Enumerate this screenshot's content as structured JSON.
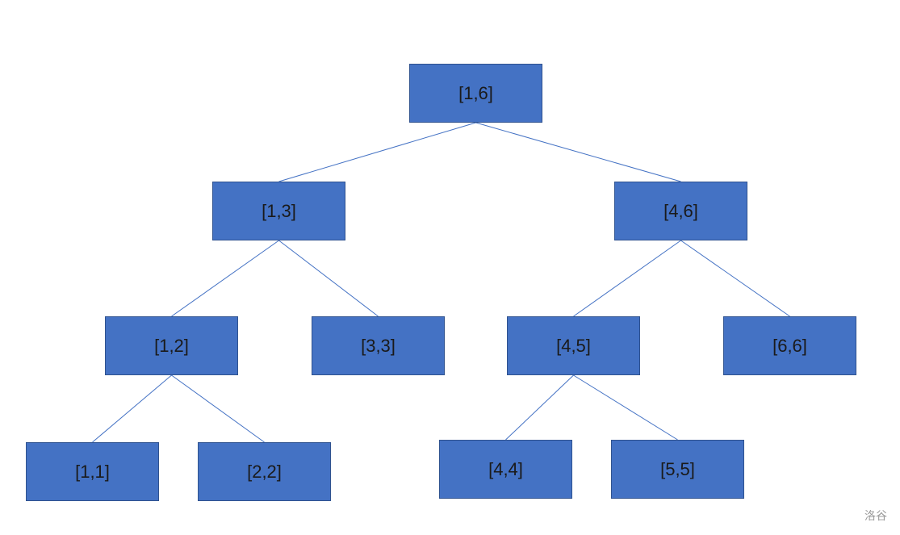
{
  "colors": {
    "node_fill": "#4472C4",
    "node_border": "#2F528F",
    "edge": "#4472C4",
    "label": "#1a1a1a",
    "watermark": "#9a9a9a"
  },
  "tree": {
    "root": {
      "label": "[1,6]"
    },
    "n13": {
      "label": "[1,3]"
    },
    "n46": {
      "label": "[4,6]"
    },
    "n12": {
      "label": "[1,2]"
    },
    "n33": {
      "label": "[3,3]"
    },
    "n45": {
      "label": "[4,5]"
    },
    "n66": {
      "label": "[6,6]"
    },
    "n11": {
      "label": "[1,1]"
    },
    "n22": {
      "label": "[2,2]"
    },
    "n44": {
      "label": "[4,4]"
    },
    "n55": {
      "label": "[5,5]"
    }
  },
  "edges": [
    {
      "from": "root",
      "to": "n13"
    },
    {
      "from": "root",
      "to": "n46"
    },
    {
      "from": "n13",
      "to": "n12"
    },
    {
      "from": "n13",
      "to": "n33"
    },
    {
      "from": "n46",
      "to": "n45"
    },
    {
      "from": "n46",
      "to": "n66"
    },
    {
      "from": "n12",
      "to": "n11"
    },
    {
      "from": "n12",
      "to": "n22"
    },
    {
      "from": "n45",
      "to": "n44"
    },
    {
      "from": "n45",
      "to": "n55"
    }
  ],
  "watermark": "洛谷"
}
